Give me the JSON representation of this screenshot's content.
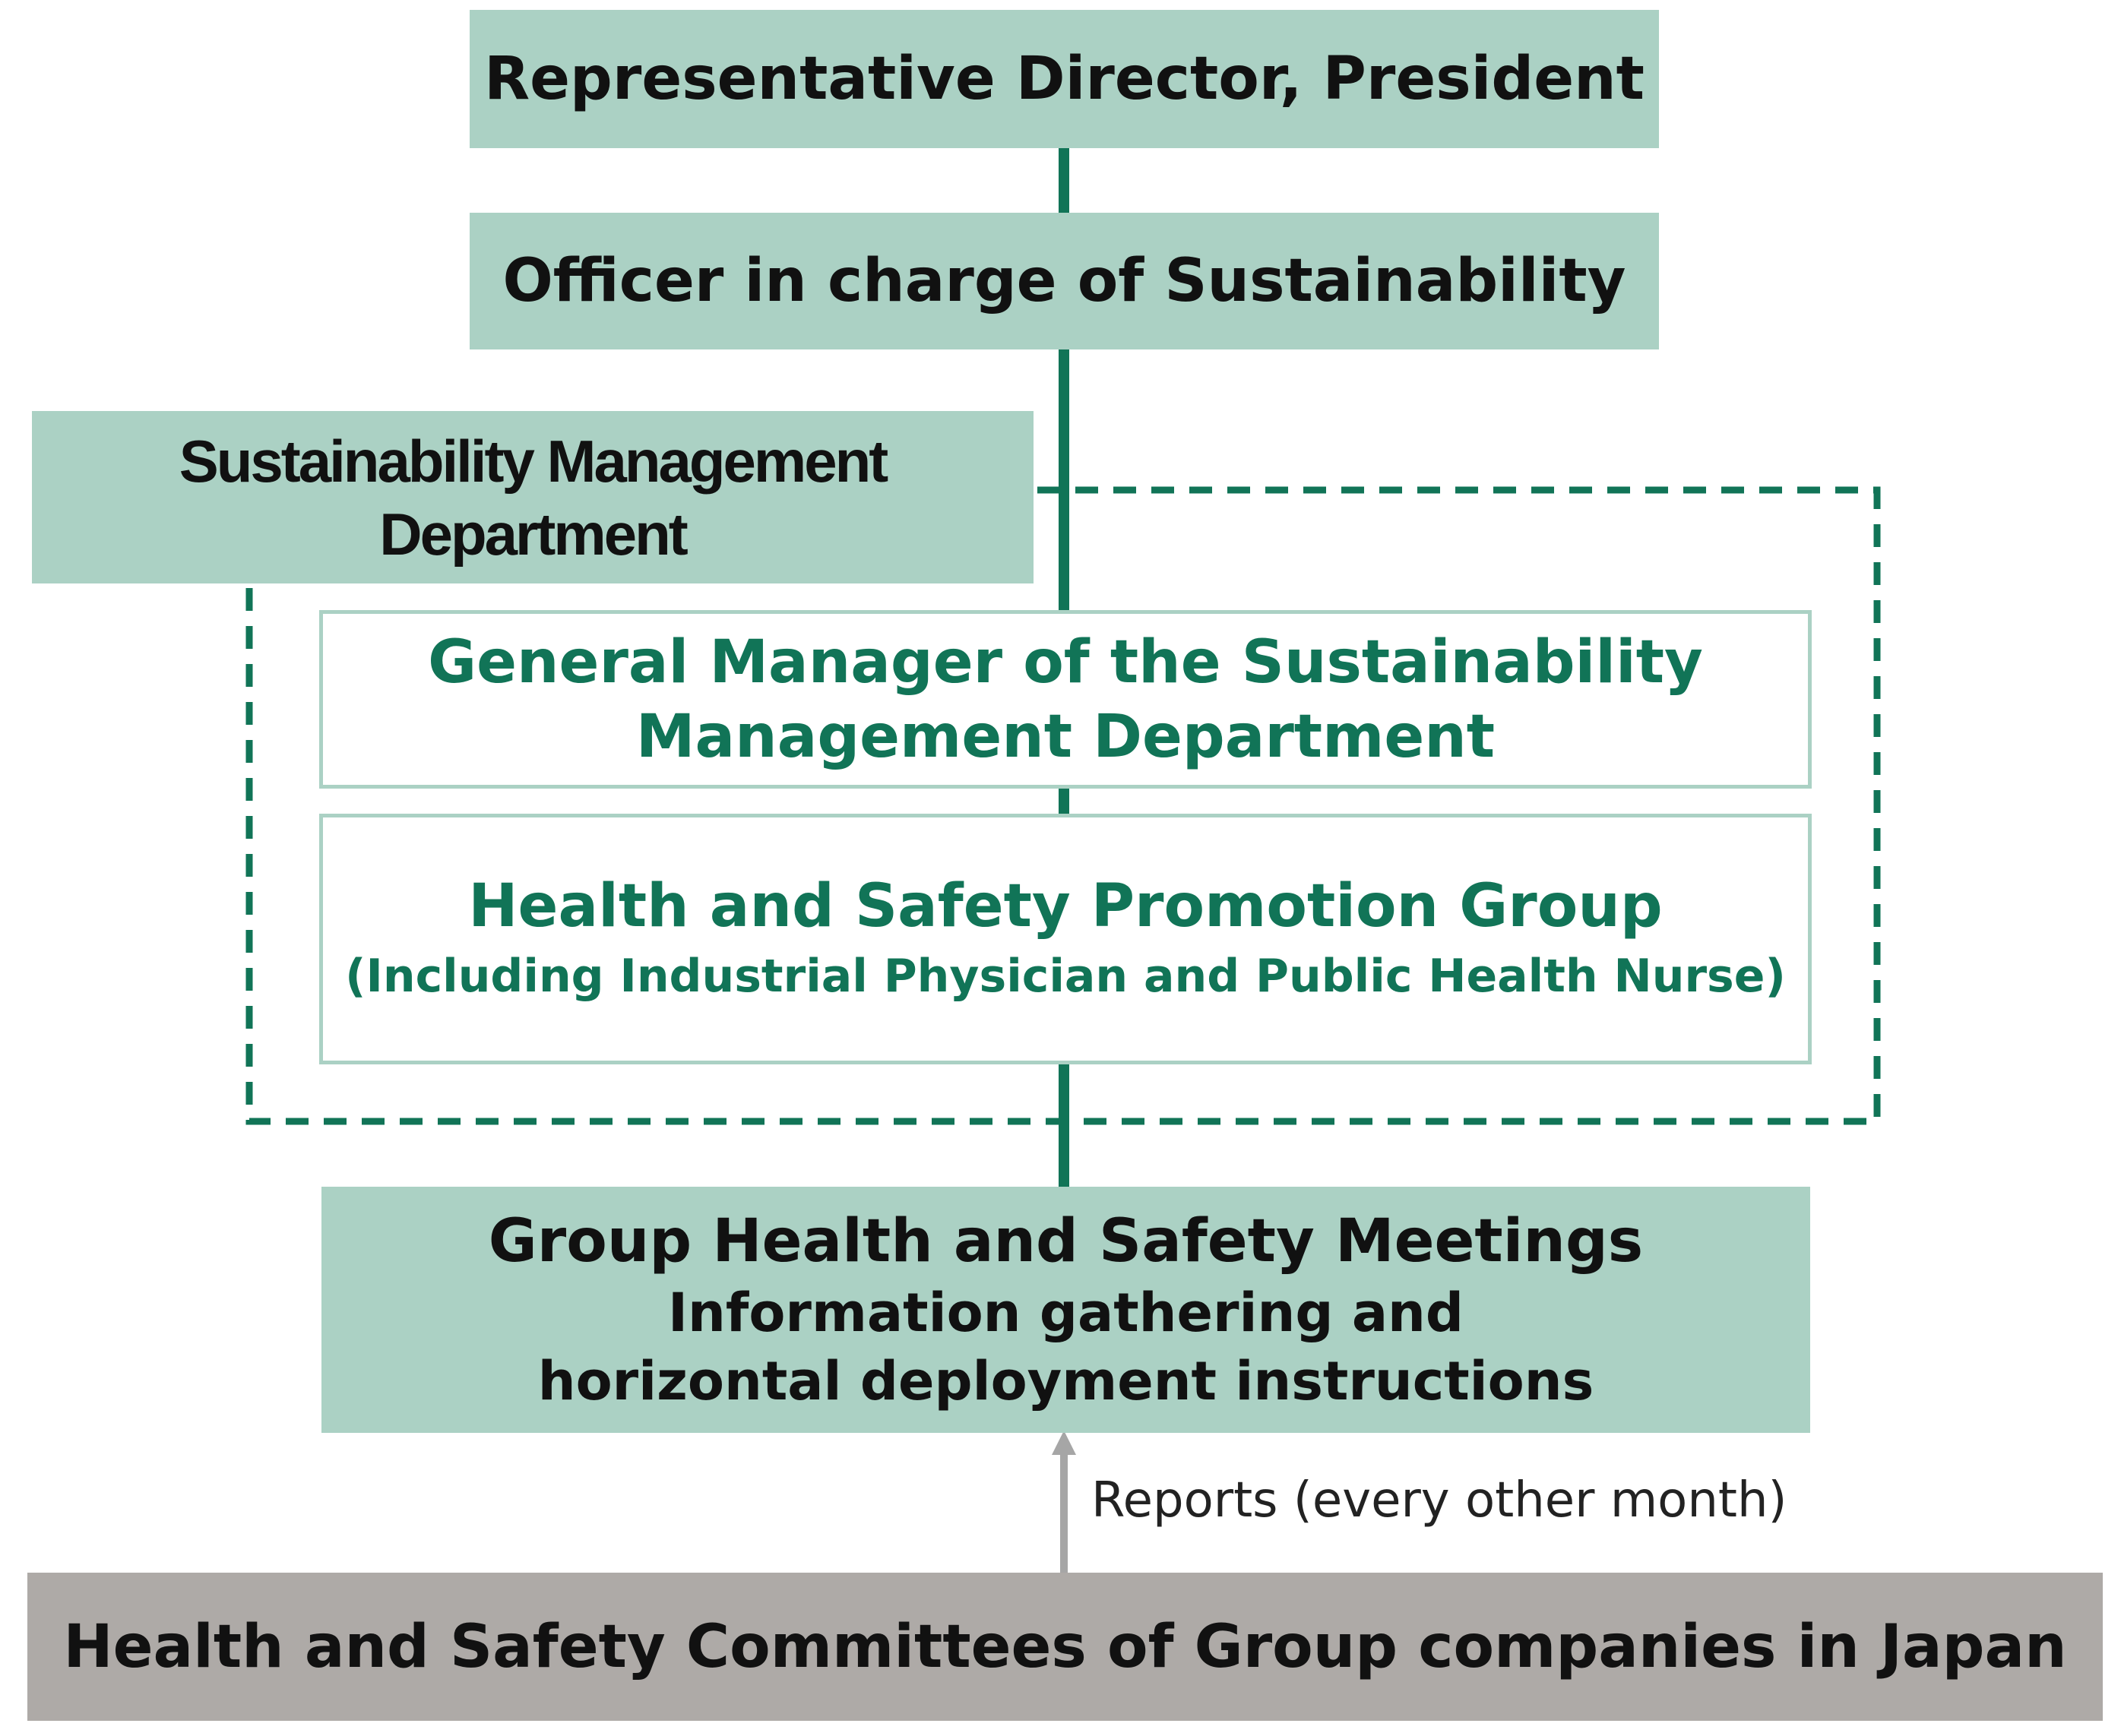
{
  "diagram": {
    "president": "Representative Director, President",
    "officer": "Officer in charge of Sustainability",
    "department": {
      "line1": "Sustainability Management",
      "line2": "Department"
    },
    "general_manager": {
      "line1": "General Manager of the Sustainability",
      "line2": "Management Department"
    },
    "promotion_group": {
      "title": "Health and Safety Promotion Group",
      "subtitle": "(Including Industrial Physician and Public Health Nurse)"
    },
    "meetings": {
      "title": "Group Health and Safety Meetings",
      "line2": "Information gathering and",
      "line3": "horizontal deployment instructions"
    },
    "report_label": "Reports (every other month)",
    "committees": "Health and Safety Committees of Group companies in Japan"
  },
  "colors": {
    "teal_fill": "#abd1c4",
    "dark_green": "#117457",
    "gray_fill": "#aeaaa7",
    "arrow_gray": "#a6a6a6"
  }
}
